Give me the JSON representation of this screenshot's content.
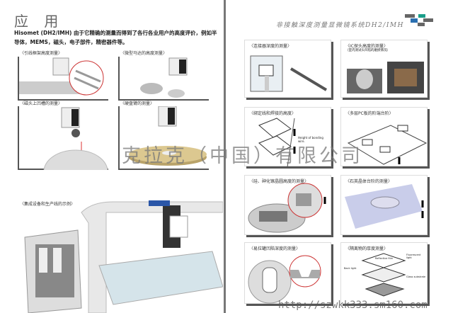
{
  "left_page": {
    "title": "应 用",
    "intro": "Hisomet (DH2/IMH) 由于它精确的测量而得到了各行各业用户的高度评价，例如半导体，MEMS，磁头，电子部件，精密器件等。",
    "panels": [
      {
        "label": "〈引线框架高度测量〉"
      },
      {
        "label": "〈微型马达的高度测量〉"
      },
      {
        "label": "〈磁头上凹槽的测量〉"
      },
      {
        "label": "〈硬盘臂的测量〉"
      }
    ],
    "integration_label": "〈集成设备和生产线的示例〉"
  },
  "right_page": {
    "header": "非接触深度测量显微镜系统DH2/IMH",
    "logo_colors": [
      "#666666",
      "#1a9e8a",
      "#2a6fb0"
    ],
    "panels": [
      {
        "label": "〈连接器深度的测量〉",
        "sub": ""
      },
      {
        "label": "〈IC探头高度的测量〉",
        "sub": "（室内测试头凹陷的磨损情况）"
      },
      {
        "label": "〈绑定线和焊接的高度〉",
        "sub": "Height of bonding wire."
      },
      {
        "label": "〈多层PC板的阶端台阶〉",
        "sub": ""
      },
      {
        "label": "〈硅、砷化镓晶圆高度的测量〉",
        "sub": ""
      },
      {
        "label": "〈石英晶体台阶的测量〉",
        "sub": ""
      },
      {
        "label": "〈易拉罐凹陷深度的测量〉",
        "sub": ""
      },
      {
        "label": "〈隔离物的厚度测量〉",
        "sub": ""
      }
    ],
    "spacer_callouts": [
      "Reflective film",
      "Fluorescent light",
      "Back light",
      "Glass substrate"
    ]
  },
  "watermark": {
    "company": "克拉克（中国）有限公司",
    "url": "http://szwkk333.sm160.com"
  }
}
